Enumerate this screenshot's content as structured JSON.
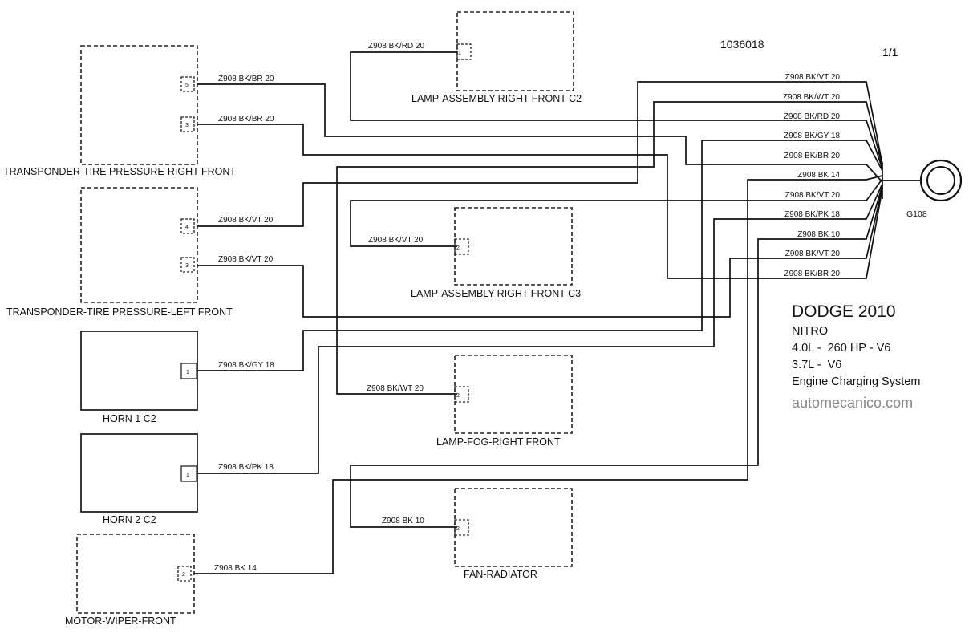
{
  "diagram_id": "1036018",
  "page_indicator": "1/1",
  "ground": {
    "label": "G108"
  },
  "info": {
    "make": "DODGE 2010",
    "model": "NITRO",
    "engine1": "4.0L -  260 HP - V6",
    "engine2": "3.7L -  V6",
    "system": "Engine Charging System",
    "website": "automecanico.com"
  },
  "components": {
    "tpms_rf": "TRANSPONDER-TIRE PRESSURE-RIGHT FRONT",
    "tpms_lf": "TRANSPONDER-TIRE PRESSURE-LEFT FRONT",
    "horn1": "HORN 1 C2",
    "horn2": "HORN 2 C2",
    "wiper": "MOTOR-WIPER-FRONT",
    "lamp_c2": "LAMP-ASSEMBLY-RIGHT FRONT C2",
    "lamp_c3": "LAMP-ASSEMBLY-RIGHT FRONT C3",
    "fog": "LAMP-FOG-RIGHT FRONT",
    "fan": "FAN-RADIATOR"
  },
  "pins": {
    "tpms_rf_a": "5",
    "tpms_rf_b": "3",
    "tpms_lf_a": "4",
    "tpms_lf_b": "3",
    "horn1": "1",
    "horn2": "1",
    "wiper": "2",
    "lamp_c2": "1",
    "lamp_c3": "2",
    "fog": "2",
    "fan": "2"
  },
  "wire_labels": {
    "tpms_rf_a": "Z908 BK/BR 20",
    "tpms_rf_b": "Z908 BK/BR 20",
    "tpms_lf_a": "Z908 BK/VT 20",
    "tpms_lf_b": "Z908 BK/VT 20",
    "horn1": "Z908 BK/GY 18",
    "horn2": "Z908 BK/PK 18",
    "wiper": "Z908 BK 14",
    "lamp_c2": "Z908 BK/RD 20",
    "lamp_c3": "Z908 BK/VT 20",
    "fog": "Z908 BK/WT 20",
    "fan": "Z908 BK 10"
  },
  "ground_wires": [
    "Z908 BK/VT 20",
    "Z908 BK/WT 20",
    "Z908 BK/RD 20",
    "Z908 BK/GY 18",
    "Z908 BK/BR 20",
    "Z908 BK 14",
    "Z908 BK/VT 20",
    "Z908 BK/PK 18",
    "Z908 BK 10",
    "Z908 BK/VT 20",
    "Z908 BK/BR 20"
  ]
}
